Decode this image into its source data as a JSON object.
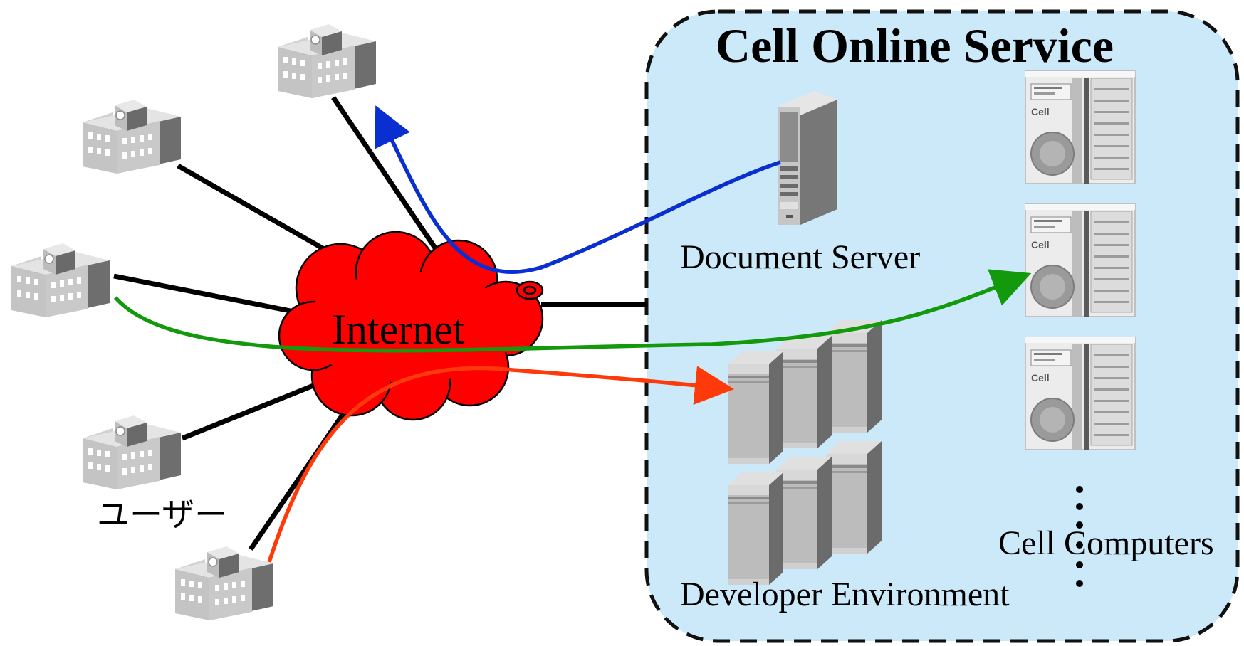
{
  "title": "Cell Online Service",
  "cloud_label": "Internet",
  "users_label": "ユーザー",
  "servers": {
    "document_server": "Document Server",
    "developer_environment": "Developer Environment",
    "cell_computers": "Cell Computers"
  },
  "colors": {
    "service_bg": "#cbe9f9",
    "cloud": "#ff0000",
    "flow_document": "#0a2fd0",
    "flow_cell": "#139a0c",
    "flow_developer": "#ff3a0a"
  }
}
